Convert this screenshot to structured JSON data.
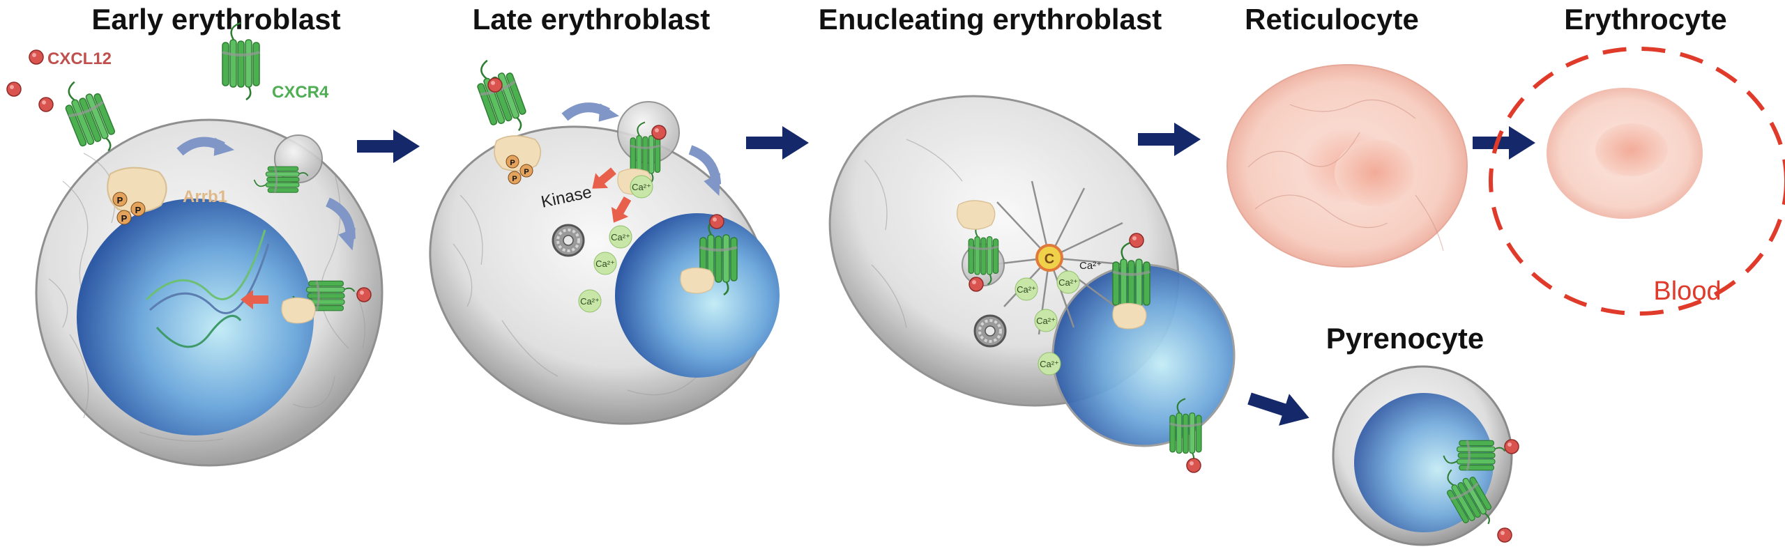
{
  "stages": [
    {
      "id": "early",
      "title": "Early erythroblast"
    },
    {
      "id": "late",
      "title": "Late erythroblast"
    },
    {
      "id": "enucleating",
      "title": "Enucleating erythroblast"
    },
    {
      "id": "reticulocyte",
      "title": "Reticulocyte"
    },
    {
      "id": "erythrocyte",
      "title": "Erythrocyte"
    },
    {
      "id": "pyrenocyte",
      "title": "Pyrenocyte"
    }
  ],
  "labels": {
    "ligand": "CXCL12",
    "receptor": "CXCR4",
    "arrestin": "Arrb1",
    "kinase": "Kinase",
    "calcium": "Ca²⁺",
    "centrosome": "C",
    "phospho": "P",
    "blood": "Blood"
  },
  "colors": {
    "arrow": "#14286a",
    "ligand": "#d9534f",
    "ligand_text": "#c0504d",
    "receptor": "#49a84a",
    "receptor_text": "#4fae54",
    "arrestin": "#f1ddb8",
    "arrestin_text": "#e0b98a",
    "nucleus": "#3f7cc4",
    "calcium_bubble": "#c7e6a8",
    "blood_line": "#e03a2a",
    "rbc": "#f3b9ad"
  }
}
